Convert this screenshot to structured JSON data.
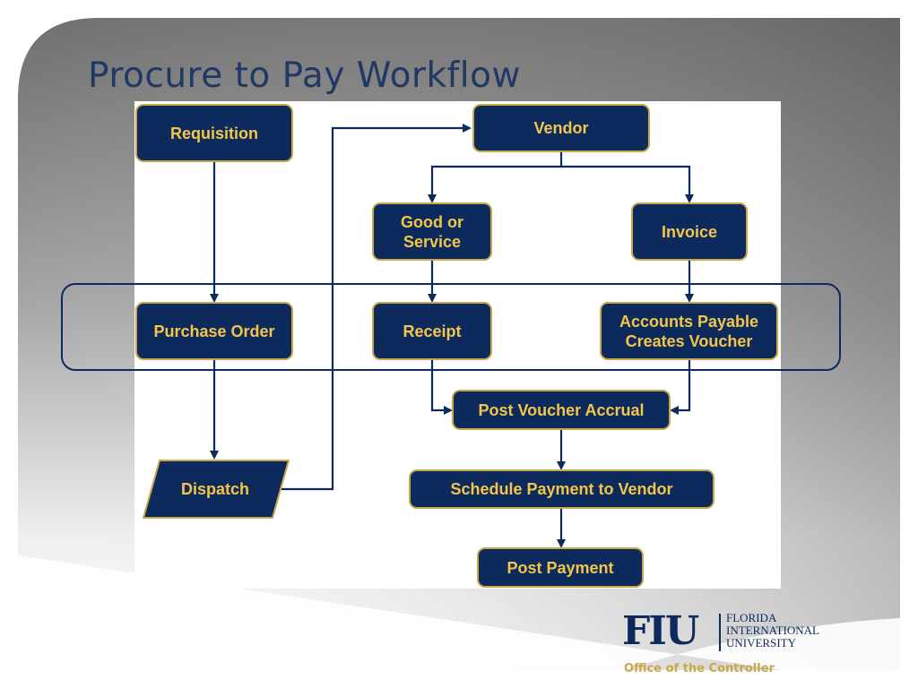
{
  "slide": {
    "title": "Procure to Pay Workflow"
  },
  "nodes": {
    "requisition": "Requisition",
    "vendor": "Vendor",
    "good_or_service": "Good or\nService",
    "invoice": "Invoice",
    "purchase_order": "Purchase Order",
    "receipt": "Receipt",
    "ap_voucher": "Accounts Payable\nCreates Voucher",
    "post_voucher_accrual": "Post Voucher Accrual",
    "dispatch": "Dispatch",
    "schedule_payment": "Schedule Payment to Vendor",
    "post_payment": "Post Payment"
  },
  "logo": {
    "mark": "FIU",
    "words": "FLORIDA\nINTERNATIONAL\nUNIVERSITY",
    "subtitle": "Office of the Controller"
  },
  "colors": {
    "box_fill": "#0d2a5c",
    "box_border": "#c9a74a",
    "box_text": "#f3c64a",
    "title": "#1f3864",
    "connector": "#0d2a5c"
  }
}
